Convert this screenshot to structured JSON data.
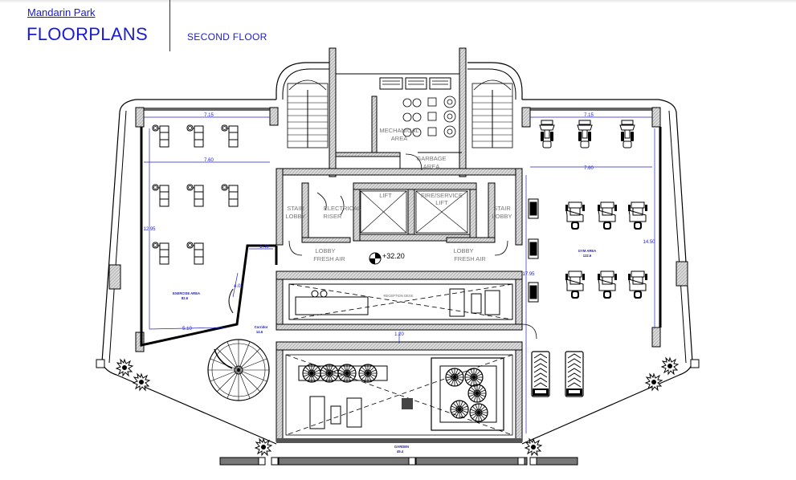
{
  "header": {
    "project_link": "Mandarin Park",
    "title": "FLOORPLANS",
    "floor": "SECOND FLOOR"
  },
  "rooms": {
    "mechanical": [
      "MECHANICAL",
      "AREA"
    ],
    "garbage": [
      "GARBAGE",
      "AREA"
    ],
    "lift": "LIFT",
    "fire_lift": [
      "FIRE/SERVICE",
      "LIFT"
    ],
    "stair_lobby_left": [
      "STAIR",
      "LOBBY"
    ],
    "stair_lobby_right": [
      "STAIR",
      "LOBBY"
    ],
    "electrical_riser": [
      "ELECTRICAL",
      "RISER"
    ],
    "lobby_fresh_air_left": [
      "LOBBY",
      "FRESH AIR"
    ],
    "lobby_fresh_air_right": [
      "LOBBY",
      "FRESH AIR"
    ],
    "level_mark": "+32.20",
    "reception": "RECEPTION DESK",
    "exercise": [
      "EXERCISE AREA",
      "82.6"
    ],
    "corridor": [
      "Corridor",
      "14.6"
    ],
    "gym": [
      "GYM AREA",
      "122.6"
    ],
    "garden": [
      "GARDEN",
      "49.4"
    ]
  },
  "dimensions": {
    "left_top_width": "7.15",
    "left_width": "7.60",
    "left_height": "12.95",
    "left_small": "1.40",
    "left_diag": "4.05",
    "left_bottom": "5.10",
    "right_top_width": "7.15",
    "right_width": "7.60",
    "right_height": "14.50",
    "right_inner": "17.95",
    "center_gap": "1.20"
  }
}
